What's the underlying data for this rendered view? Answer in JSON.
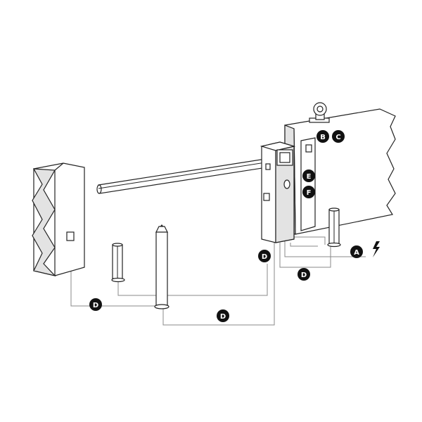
{
  "diagram": {
    "labels": {
      "A": "A",
      "B": "B",
      "C": "C",
      "D": "D",
      "E": "E",
      "F": "F"
    },
    "colors": {
      "badge": "#111111",
      "badge_text": "#ffffff",
      "line": "#222222",
      "wire": "#888888",
      "shade": "#e3e3e3"
    },
    "icons": [
      "lightning-icon",
      "flashing-lamp-icon"
    ]
  }
}
